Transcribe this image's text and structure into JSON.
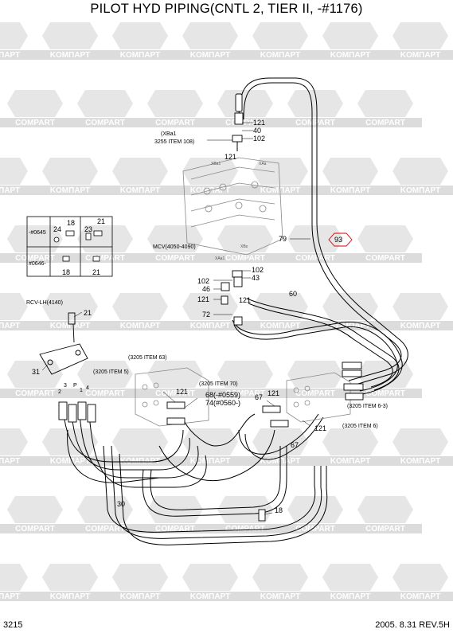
{
  "title": "PILOT HYD PIPING(CNTL 2, TIER II, -#1176)",
  "footer": {
    "page": "3215",
    "date_rev": "2005. 8.31 REV.5H"
  },
  "watermark": {
    "text_a": "KOMПАРТ",
    "text_b": "COMPART"
  },
  "inset": {
    "row1_label": "-#0645",
    "row2_label": "#0646-",
    "r1_parts": [
      "24",
      "18",
      "23",
      "21"
    ],
    "r2_parts": [
      "18",
      "21"
    ]
  },
  "refs": {
    "xba1": "(XBa1",
    "xba1_item": "3255 ITEM 108)",
    "mcv": "MCV(4050-4090)",
    "rcv": "RCV-LH(4140)",
    "i63": "(3205 ITEM 63)",
    "i5": "(3205 ITEM 5)",
    "i70": "(3205 ITEM 70)",
    "i63b": "(3205 ITEM 6-3)",
    "i6": "(3205 ITEM 6)"
  },
  "port_labels": {
    "xba1": "XBa1",
    "xaa1": "XAa1",
    "xaa2": "XAa",
    "xbs": "XBs"
  },
  "numbers": {
    "n121a": "121",
    "n40": "40",
    "n102a": "102",
    "n121b": "121",
    "n79": "79",
    "n93": "93",
    "n102b": "102",
    "n43": "43",
    "n102c": "102",
    "n46": "46",
    "n121c": "121",
    "n121d": "121",
    "n60": "60",
    "n72": "72",
    "n21": "21",
    "n31": "31",
    "n121e": "121",
    "n68": "68(-#0559)",
    "n74": "74(#0560-)",
    "n67a": "67",
    "n121f": "121",
    "n121g": "121",
    "n67b": "67",
    "n30": "30",
    "n18": "18",
    "p2": "2",
    "p3": "3",
    "pP": "P",
    "p1": "1",
    "p4": "4"
  }
}
